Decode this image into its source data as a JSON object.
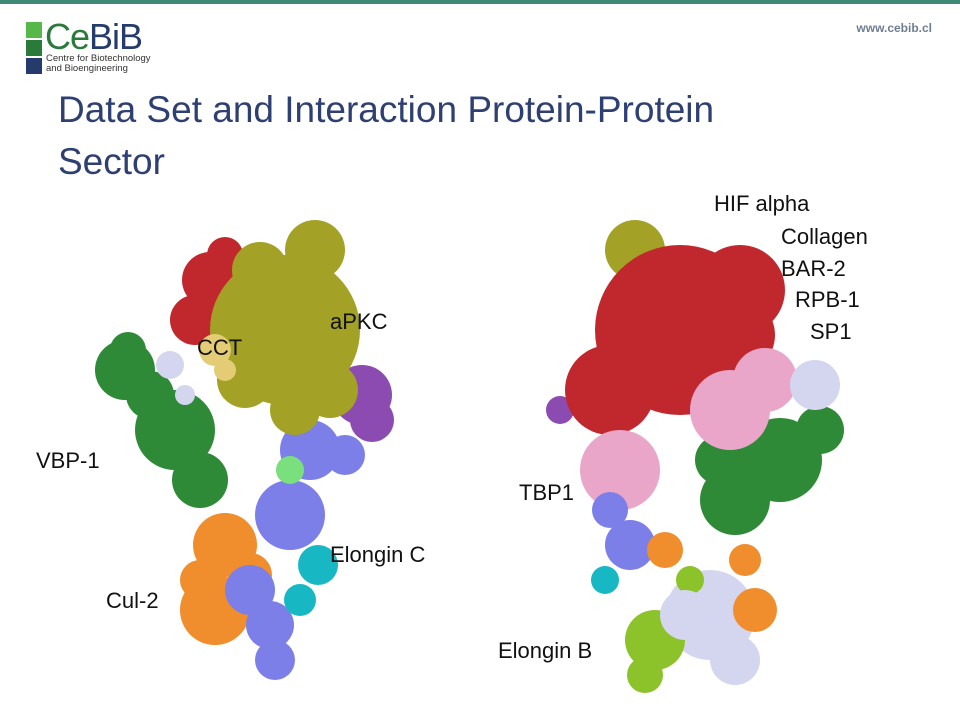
{
  "header": {
    "logo": {
      "text_ce": "Ce",
      "text_bib": "BiB",
      "subtitle_line1": "Centre for Biotechnology",
      "subtitle_line2": "and Bioengineering"
    },
    "url": "www.cebib.cl"
  },
  "slide": {
    "title_line1": "Data Set and Interaction Protein-Protein",
    "title_line2": "Sector"
  },
  "left_structure": {
    "labels": {
      "apkc": "aPKC",
      "cct": "CCT",
      "vbp1": "VBP-1",
      "elongin_c": "Elongin C",
      "cul2": "Cul-2"
    }
  },
  "right_structure": {
    "labels": {
      "hif_alpha": "HIF alpha",
      "collagen": "Collagen",
      "bar2": "BAR-2",
      "rpb1": "RPB-1",
      "sp1": "SP1",
      "tbp1": "TBP1",
      "elongin_b": "Elongin B"
    }
  },
  "colors": {
    "accent_bar": "#3f8a74",
    "title": "#2e3f72",
    "olive": "#a3a126",
    "red": "#c0282e",
    "green": "#2e8a37",
    "blue": "#7c7fe8",
    "orange": "#f08d2c",
    "cyan": "#17b8c4",
    "pink": "#e9a6c9",
    "lavender": "#d3d6ee",
    "purple": "#8c4bb0",
    "lime": "#8cc22a",
    "light_green": "#7ae07e",
    "khaki": "#e3cc75"
  }
}
